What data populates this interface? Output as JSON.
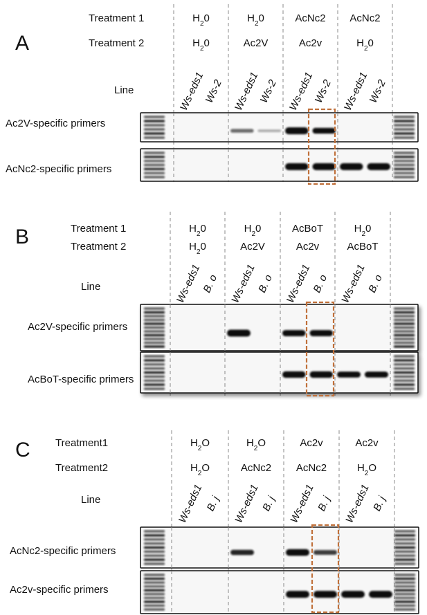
{
  "panels": [
    {
      "id": "A",
      "letter": "A",
      "row_labels": [
        "Treatment 1",
        "Treatment 2",
        "Line"
      ],
      "groups": [
        {
          "t1": {
            "base": "H",
            "sub": "2",
            "tail": "0"
          },
          "t2": {
            "base": "H",
            "sub": "2",
            "tail": "0"
          },
          "lanes": [
            {
              "text": "Ws-eds1",
              "italic": true
            },
            {
              "text": "Ws-2",
              "italic": true
            }
          ]
        },
        {
          "t1": {
            "base": "H",
            "sub": "2",
            "tail": "0"
          },
          "t2": {
            "base": "Ac2V",
            "sub": "",
            "tail": ""
          },
          "lanes": [
            {
              "text": "Ws-eds1",
              "italic": true
            },
            {
              "text": "Ws-2",
              "italic": true
            }
          ]
        },
        {
          "t1": {
            "base": "AcNc2",
            "sub": "",
            "tail": ""
          },
          "t2": {
            "base": "Ac2v",
            "sub": "",
            "tail": ""
          },
          "lanes": [
            {
              "text": "Ws-eds1",
              "italic": true
            },
            {
              "text": "Ws-2",
              "italic": true
            }
          ]
        },
        {
          "t1": {
            "base": "AcNc2",
            "sub": "",
            "tail": ""
          },
          "t2": {
            "base": "H",
            "sub": "2",
            "tail": "0"
          },
          "lanes": [
            {
              "text": "Ws-eds1",
              "italic": true
            },
            {
              "text": "Ws-2",
              "italic": true
            }
          ]
        }
      ],
      "gels": [
        {
          "label": "Ac2V-specific primers",
          "bands": [
            0,
            0,
            0.35,
            0.08,
            1.0,
            0.75,
            0,
            0
          ]
        },
        {
          "label": "AcNc2-specific primers",
          "bands": [
            0,
            0,
            0,
            0,
            1.0,
            1.0,
            1.0,
            1.0
          ]
        }
      ],
      "highlight_lane": 5
    },
    {
      "id": "B",
      "letter": "B",
      "row_labels": [
        "Treatment 1",
        "Treatment 2",
        "Line"
      ],
      "groups": [
        {
          "t1": {
            "base": "H",
            "sub": "2",
            "tail": "0"
          },
          "t2": {
            "base": "H",
            "sub": "2",
            "tail": "0"
          },
          "lanes": [
            {
              "text": "Ws-eds1",
              "italic": true
            },
            {
              "text": "B. o",
              "italic": true
            }
          ]
        },
        {
          "t1": {
            "base": "H",
            "sub": "2",
            "tail": "0"
          },
          "t2": {
            "base": "Ac2V",
            "sub": "",
            "tail": ""
          },
          "lanes": [
            {
              "text": "Ws-eds1",
              "italic": true
            },
            {
              "text": "B. o",
              "italic": true
            }
          ]
        },
        {
          "t1": {
            "base": "AcBoT",
            "sub": "",
            "tail": ""
          },
          "t2": {
            "base": "Ac2v",
            "sub": "",
            "tail": ""
          },
          "lanes": [
            {
              "text": "Ws-eds1",
              "italic": true
            },
            {
              "text": "B. o",
              "italic": true
            }
          ]
        },
        {
          "t1": {
            "base": "H",
            "sub": "2",
            "tail": "0"
          },
          "t2": {
            "base": "AcBoT",
            "sub": "",
            "tail": ""
          },
          "lanes": [
            {
              "text": "Ws-eds1",
              "italic": true
            },
            {
              "text": "B. o",
              "italic": true
            }
          ]
        }
      ],
      "gels": [
        {
          "label": "Ac2V-specific primers",
          "bands": [
            0,
            0,
            1.0,
            0,
            0.85,
            0.85,
            0,
            0
          ]
        },
        {
          "label": "AcBoT-specific primers",
          "bands": [
            0,
            0,
            0,
            0,
            0.9,
            0.9,
            0.8,
            0.8
          ]
        }
      ],
      "highlight_lane": 5
    },
    {
      "id": "C",
      "letter": "C",
      "row_labels": [
        "Treatment1",
        "Treatment2",
        "Line"
      ],
      "groups": [
        {
          "t1": {
            "base": "H",
            "sub": "2",
            "tail": "O"
          },
          "t2": {
            "base": "H",
            "sub": "2",
            "tail": "O"
          },
          "lanes": [
            {
              "text": "Ws-eds1",
              "italic": true
            },
            {
              "text": "B. j",
              "italic": true
            }
          ]
        },
        {
          "t1": {
            "base": "H",
            "sub": "2",
            "tail": "O"
          },
          "t2": {
            "base": "AcNc2",
            "sub": "",
            "tail": ""
          },
          "lanes": [
            {
              "text": "Ws-eds1",
              "italic": true
            },
            {
              "text": "B. j",
              "italic": true
            }
          ]
        },
        {
          "t1": {
            "base": "Ac2v",
            "sub": "",
            "tail": ""
          },
          "t2": {
            "base": "AcNc2",
            "sub": "",
            "tail": ""
          },
          "lanes": [
            {
              "text": "Ws-eds1",
              "italic": true
            },
            {
              "text": "B. j",
              "italic": true
            }
          ]
        },
        {
          "t1": {
            "base": "Ac2v",
            "sub": "",
            "tail": ""
          },
          "t2": {
            "base": "H",
            "sub": "2",
            "tail": "O"
          },
          "lanes": [
            {
              "text": "Ws-eds1",
              "italic": true
            },
            {
              "text": "B. j",
              "italic": true
            }
          ]
        }
      ],
      "gels": [
        {
          "label": "AcNc2-specific primers",
          "bands": [
            0,
            0,
            0.65,
            0,
            0.95,
            0.55,
            0,
            0
          ]
        },
        {
          "label": "Ac2v-specific primers",
          "bands": [
            0,
            0,
            0,
            0,
            1.0,
            1.0,
            1.0,
            1.0
          ]
        }
      ],
      "highlight_lane": 5
    }
  ],
  "colors": {
    "highlight": "#c0703a",
    "separator": "#8a8a8a",
    "band": "#111111"
  }
}
